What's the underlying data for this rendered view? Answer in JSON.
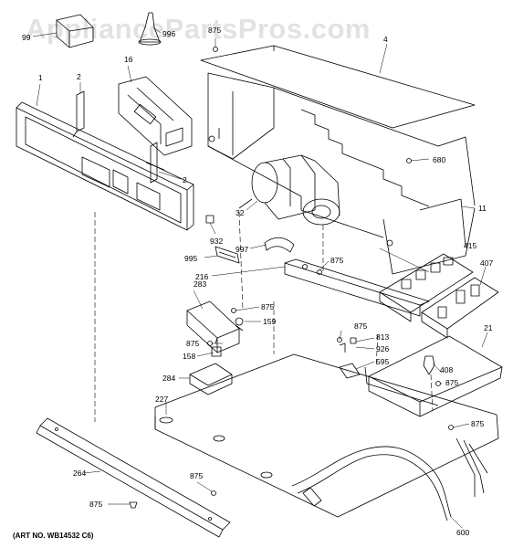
{
  "watermark": "AppliancePartsPros.com",
  "art_number": "(ART NO. WB14532 C6)",
  "callouts": {
    "c99": "99",
    "c996": "996",
    "c875_top": "875",
    "c4": "4",
    "c1": "1",
    "c2_top": "2",
    "c16": "16",
    "c2_bottom": "2",
    "c680": "680",
    "c32": "32",
    "c11": "11",
    "c932": "932",
    "c997": "997",
    "c995": "995",
    "c875_mid": "875",
    "c216": "216",
    "c415": "415",
    "c407": "407",
    "c283": "283",
    "c875_283": "875",
    "c159": "159",
    "c875_left": "875",
    "c158": "158",
    "c875_813": "875",
    "c813": "813",
    "c926": "926",
    "c595": "595",
    "c21": "21",
    "c408": "408",
    "c875_21": "875",
    "c284": "284",
    "c227": "227",
    "c875_right": "875",
    "c264": "264",
    "c875_bottom": "875",
    "c875_screw": "875",
    "c600": "600"
  }
}
